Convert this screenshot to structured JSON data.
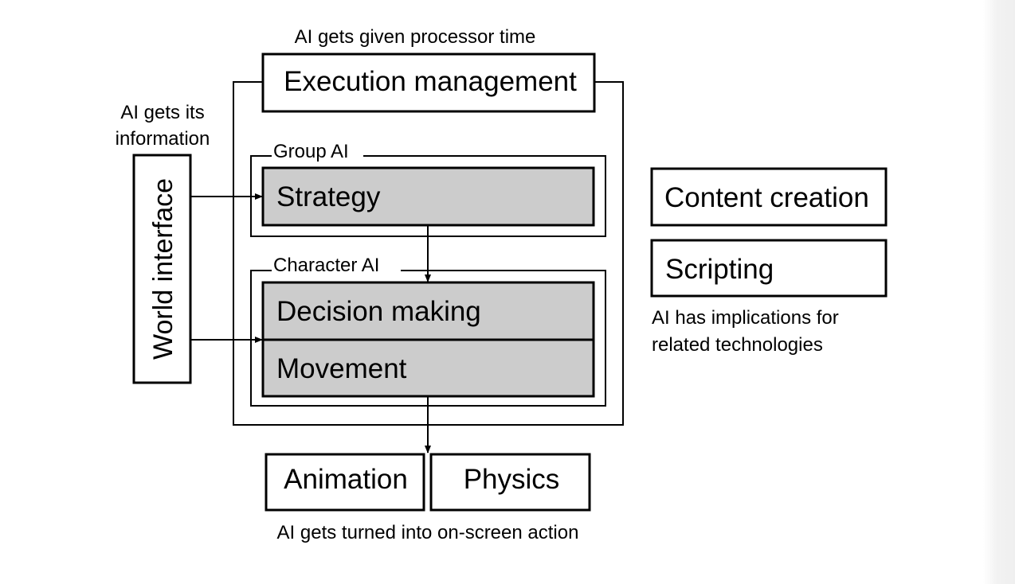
{
  "diagram": {
    "execution_caption": "AI gets given processor time",
    "execution_management": "Execution management",
    "info_caption_line1": "AI gets its",
    "info_caption_line2": "information",
    "world_interface": "World interface",
    "group_ai_label": "Group AI",
    "strategy": "Strategy",
    "character_ai_label": "Character AI",
    "decision_making": "Decision making",
    "movement": "Movement",
    "animation": "Animation",
    "physics": "Physics",
    "action_caption": "AI gets turned into on-screen action",
    "content_creation": "Content creation",
    "scripting": "Scripting",
    "implications_line1": "AI has implications for",
    "implications_line2": "related technologies"
  },
  "colors": {
    "box_fill_gray": "#cccccc",
    "line": "#000000"
  }
}
